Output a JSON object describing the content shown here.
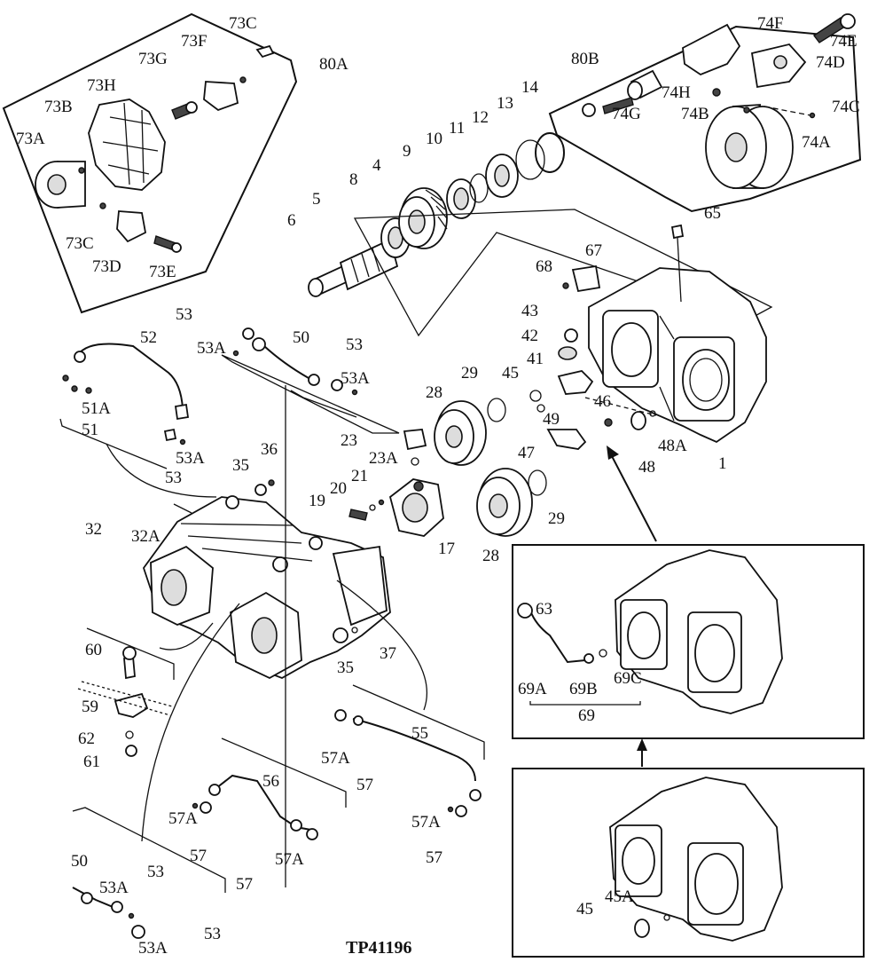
{
  "figure": {
    "code": "TP41196",
    "labels": [
      {
        "id": "l80a",
        "text": "80A"
      },
      {
        "id": "l73c_top",
        "text": "73C"
      },
      {
        "id": "l73f",
        "text": "73F"
      },
      {
        "id": "l73g",
        "text": "73G"
      },
      {
        "id": "l73h",
        "text": "73H"
      },
      {
        "id": "l73b",
        "text": "73B"
      },
      {
        "id": "l73a",
        "text": "73A"
      },
      {
        "id": "l73c_bot",
        "text": "73C"
      },
      {
        "id": "l73d",
        "text": "73D"
      },
      {
        "id": "l73e",
        "text": "73E"
      },
      {
        "id": "l80b",
        "text": "80B"
      },
      {
        "id": "l74f",
        "text": "74F"
      },
      {
        "id": "l74e",
        "text": "74E"
      },
      {
        "id": "l74d",
        "text": "74D"
      },
      {
        "id": "l74h",
        "text": "74H"
      },
      {
        "id": "l74g",
        "text": "74G"
      },
      {
        "id": "l74b",
        "text": "74B"
      },
      {
        "id": "l74c",
        "text": "74C"
      },
      {
        "id": "l74a",
        "text": "74A"
      },
      {
        "id": "l14",
        "text": "14"
      },
      {
        "id": "l13",
        "text": "13"
      },
      {
        "id": "l12",
        "text": "12"
      },
      {
        "id": "l11",
        "text": "11"
      },
      {
        "id": "l10",
        "text": "10"
      },
      {
        "id": "l9",
        "text": "9"
      },
      {
        "id": "l4",
        "text": "4"
      },
      {
        "id": "l8",
        "text": "8"
      },
      {
        "id": "l5",
        "text": "5"
      },
      {
        "id": "l6",
        "text": "6"
      },
      {
        "id": "l65",
        "text": "65"
      },
      {
        "id": "l67",
        "text": "67"
      },
      {
        "id": "l68",
        "text": "68"
      },
      {
        "id": "l43",
        "text": "43"
      },
      {
        "id": "l42",
        "text": "42"
      },
      {
        "id": "l41",
        "text": "41"
      },
      {
        "id": "l45_top",
        "text": "45"
      },
      {
        "id": "l29_top",
        "text": "29"
      },
      {
        "id": "l28_top",
        "text": "28"
      },
      {
        "id": "l46",
        "text": "46"
      },
      {
        "id": "l49",
        "text": "49"
      },
      {
        "id": "l47",
        "text": "47"
      },
      {
        "id": "l48a",
        "text": "48A"
      },
      {
        "id": "l48",
        "text": "48"
      },
      {
        "id": "l1",
        "text": "1"
      },
      {
        "id": "l53_a",
        "text": "53"
      },
      {
        "id": "l53a_a",
        "text": "53A"
      },
      {
        "id": "l50_top",
        "text": "50"
      },
      {
        "id": "l53_b",
        "text": "53"
      },
      {
        "id": "l53a_b",
        "text": "53A"
      },
      {
        "id": "l52",
        "text": "52"
      },
      {
        "id": "l51a",
        "text": "51A"
      },
      {
        "id": "l51",
        "text": "51"
      },
      {
        "id": "l53a_c",
        "text": "53A"
      },
      {
        "id": "l53_c",
        "text": "53"
      },
      {
        "id": "l23",
        "text": "23"
      },
      {
        "id": "l23a",
        "text": "23A"
      },
      {
        "id": "l36",
        "text": "36"
      },
      {
        "id": "l35_top",
        "text": "35"
      },
      {
        "id": "l21",
        "text": "21"
      },
      {
        "id": "l20",
        "text": "20"
      },
      {
        "id": "l19",
        "text": "19"
      },
      {
        "id": "l17",
        "text": "17"
      },
      {
        "id": "l28_bot",
        "text": "28"
      },
      {
        "id": "l29_bot",
        "text": "29"
      },
      {
        "id": "l32",
        "text": "32"
      },
      {
        "id": "l32a",
        "text": "32A"
      },
      {
        "id": "l35_bot",
        "text": "35"
      },
      {
        "id": "l37",
        "text": "37"
      },
      {
        "id": "l60",
        "text": "60"
      },
      {
        "id": "l59",
        "text": "59"
      },
      {
        "id": "l62",
        "text": "62"
      },
      {
        "id": "l61",
        "text": "61"
      },
      {
        "id": "l63",
        "text": "63"
      },
      {
        "id": "l69a",
        "text": "69A"
      },
      {
        "id": "l69b",
        "text": "69B"
      },
      {
        "id": "l69c",
        "text": "69C"
      },
      {
        "id": "l69",
        "text": "69"
      },
      {
        "id": "l55",
        "text": "55"
      },
      {
        "id": "l57a_a",
        "text": "57A"
      },
      {
        "id": "l57_a",
        "text": "57"
      },
      {
        "id": "l56",
        "text": "56"
      },
      {
        "id": "l57a_b",
        "text": "57A"
      },
      {
        "id": "l57_b",
        "text": "57"
      },
      {
        "id": "l57a_c",
        "text": "57A"
      },
      {
        "id": "l57_c",
        "text": "57"
      },
      {
        "id": "l57a_d",
        "text": "57A"
      },
      {
        "id": "l57_d",
        "text": "57"
      },
      {
        "id": "l50_bot",
        "text": "50"
      },
      {
        "id": "l53_d",
        "text": "53"
      },
      {
        "id": "l53a_d",
        "text": "53A"
      },
      {
        "id": "l53_e",
        "text": "53"
      },
      {
        "id": "l53a_e",
        "text": "53A"
      },
      {
        "id": "l45_bot",
        "text": "45"
      },
      {
        "id": "l45a",
        "text": "45A"
      }
    ]
  }
}
